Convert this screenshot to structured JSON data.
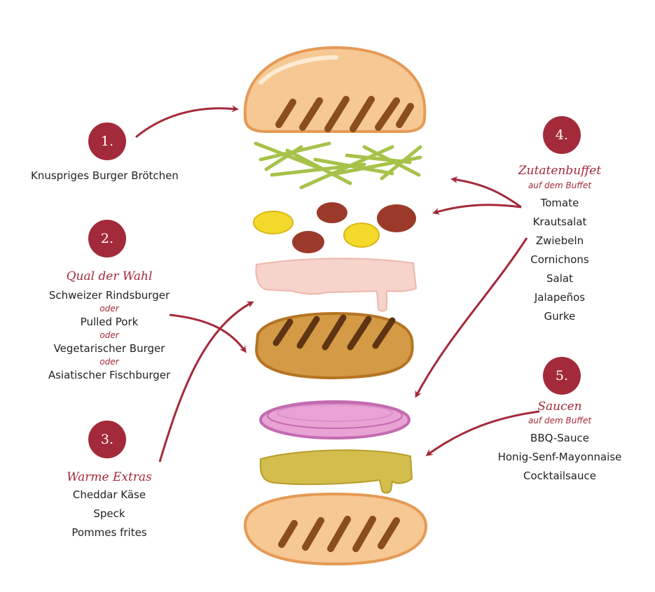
{
  "colors": {
    "accent": "#a32a3a",
    "bun": "#f0b67a",
    "patty": "#c98a33",
    "lettuce": "#a6c24a",
    "tomato": "#9b3a2b",
    "pepper": "#f2d92a",
    "cheese": "#f3c9be",
    "onion": "#cf7ab8",
    "sauce": "#c9b23c"
  },
  "steps": [
    {
      "number": "1.",
      "title": "",
      "subtitle": "",
      "items": [
        "Knuspriges Burger Brötchen"
      ]
    },
    {
      "number": "2.",
      "title": "Qual der Wahl",
      "subtitle": "",
      "items": [
        "Schweizer Rindsburger",
        "Pulled Pork",
        "Vegetarischer Burger",
        "Asiatischer Fischburger"
      ],
      "separator": "oder"
    },
    {
      "number": "3.",
      "title": "Warme Extras",
      "subtitle": "",
      "items": [
        "Cheddar Käse",
        "Speck",
        "Pommes frites"
      ]
    },
    {
      "number": "4.",
      "title": "Zutatenbuffet",
      "subtitle": "auf dem Buffet",
      "items": [
        "Tomate",
        "Krautsalat",
        "Zwiebeln",
        "Cornichons",
        "Salat",
        "Jalapeños",
        "Gurke"
      ]
    },
    {
      "number": "5.",
      "title": "Saucen",
      "subtitle": "auf dem Buffet",
      "items": [
        "BBQ-Sauce",
        "Honig-Senf-Mayonnaise",
        "Cocktailsauce"
      ]
    }
  ]
}
